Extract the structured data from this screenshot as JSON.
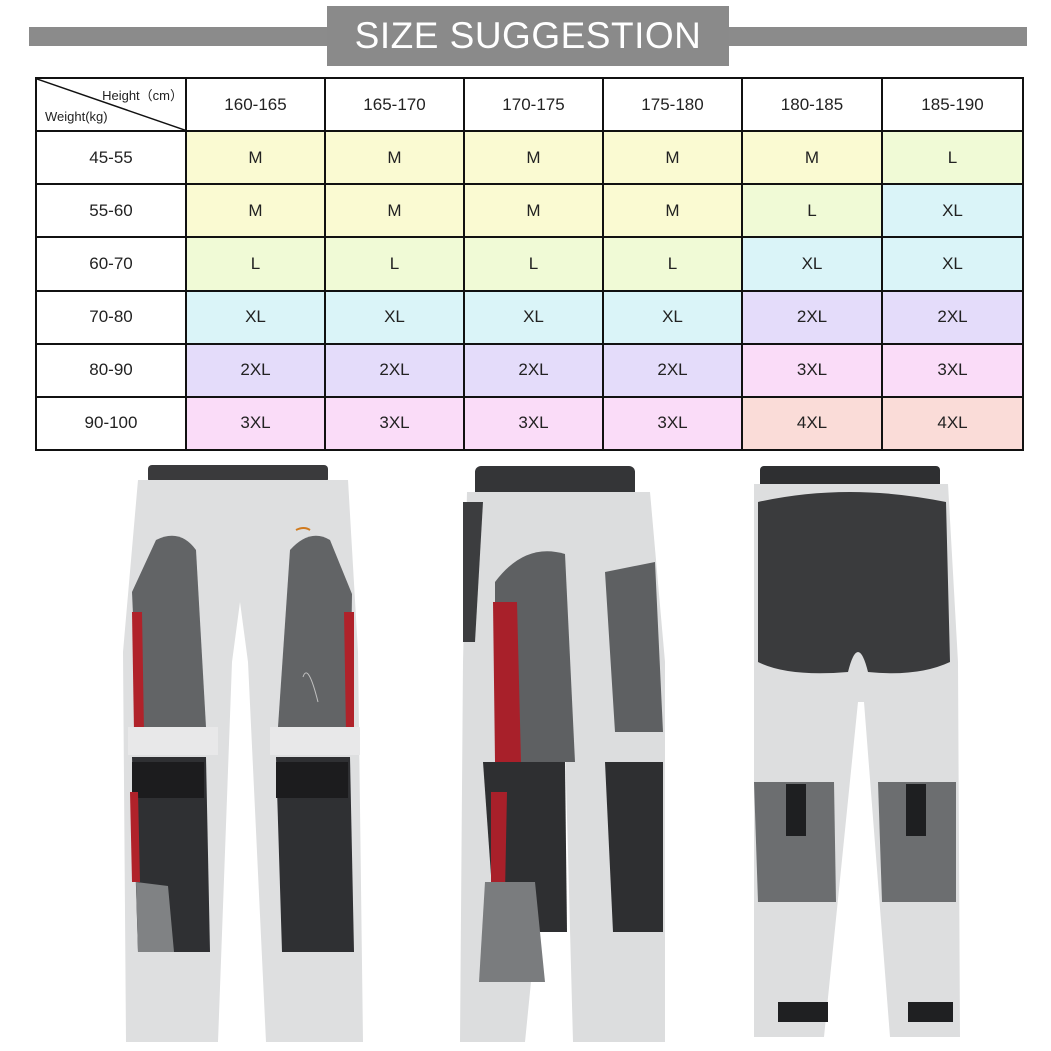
{
  "banner": {
    "title": "SIZE SUGGESTION"
  },
  "table": {
    "corner_height_label": "Height（cm）",
    "corner_weight_label": "Weight(kg)",
    "heights": [
      "160-165",
      "165-170",
      "170-175",
      "175-180",
      "180-185",
      "185-190"
    ],
    "rows": [
      {
        "weight": "45-55",
        "sizes": [
          "M",
          "M",
          "M",
          "M",
          "M",
          "L"
        ]
      },
      {
        "weight": "55-60",
        "sizes": [
          "M",
          "M",
          "M",
          "M",
          "L",
          "XL"
        ]
      },
      {
        "weight": "60-70",
        "sizes": [
          "L",
          "L",
          "L",
          "L",
          "XL",
          "XL"
        ]
      },
      {
        "weight": "70-80",
        "sizes": [
          "XL",
          "XL",
          "XL",
          "XL",
          "2XL",
          "2XL"
        ]
      },
      {
        "weight": "80-90",
        "sizes": [
          "2XL",
          "2XL",
          "2XL",
          "2XL",
          "3XL",
          "3XL"
        ]
      },
      {
        "weight": "90-100",
        "sizes": [
          "3XL",
          "3XL",
          "3XL",
          "3XL",
          "4XL",
          "4XL"
        ]
      }
    ],
    "size_colors": {
      "M": "#fafad2",
      "L": "#f0fad6",
      "XL": "#daf4f8",
      "2XL": "#e4dcfa",
      "3XL": "#fadcf8",
      "4XL": "#fadcd8"
    }
  },
  "photos": [
    "front-view",
    "side-view",
    "back-view"
  ]
}
